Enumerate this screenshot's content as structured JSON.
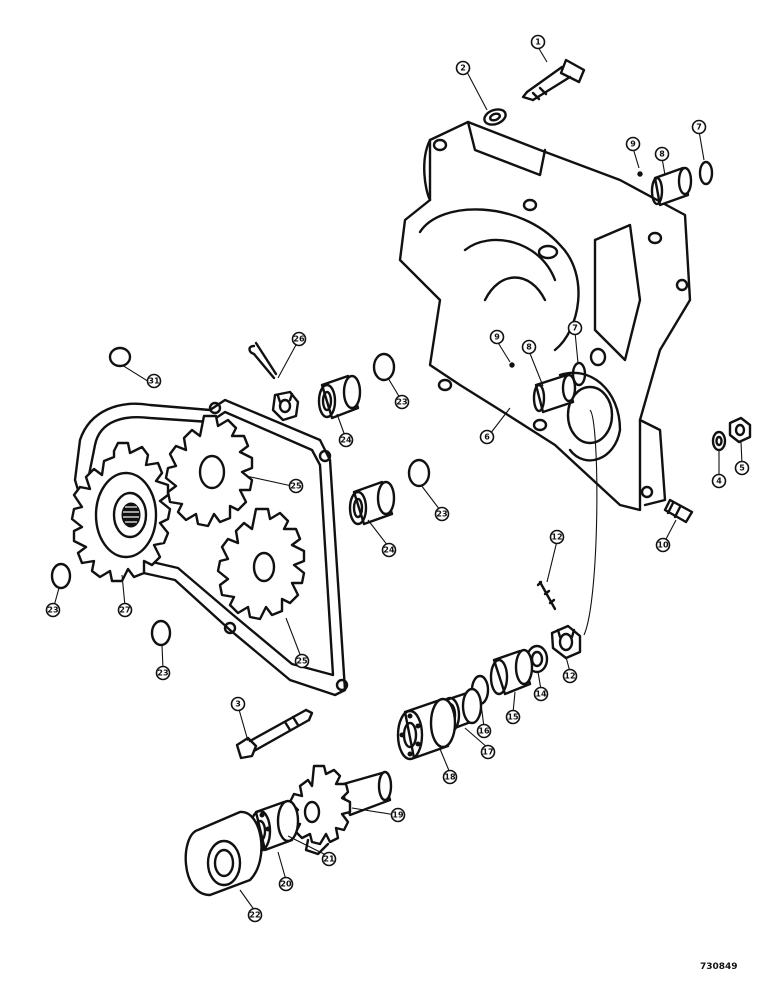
{
  "figure": {
    "reference_number": "730849"
  },
  "callouts": [
    {
      "id": "c1",
      "label": "1"
    },
    {
      "id": "c2",
      "label": "2"
    },
    {
      "id": "c3",
      "label": "3"
    },
    {
      "id": "c4",
      "label": "4"
    },
    {
      "id": "c5",
      "label": "5"
    },
    {
      "id": "c6",
      "label": "6"
    },
    {
      "id": "c7a",
      "label": "7"
    },
    {
      "id": "c7b",
      "label": "7"
    },
    {
      "id": "c8a",
      "label": "8"
    },
    {
      "id": "c8b",
      "label": "8"
    },
    {
      "id": "c9a",
      "label": "9"
    },
    {
      "id": "c9b",
      "label": "9"
    },
    {
      "id": "c10",
      "label": "10"
    },
    {
      "id": "c12a",
      "label": "12"
    },
    {
      "id": "c12b",
      "label": "12"
    },
    {
      "id": "c14",
      "label": "14"
    },
    {
      "id": "c15",
      "label": "15"
    },
    {
      "id": "c16",
      "label": "16"
    },
    {
      "id": "c17",
      "label": "17"
    },
    {
      "id": "c18",
      "label": "18"
    },
    {
      "id": "c19",
      "label": "19"
    },
    {
      "id": "c20",
      "label": "20"
    },
    {
      "id": "c21",
      "label": "21"
    },
    {
      "id": "c22",
      "label": "22"
    },
    {
      "id": "c23a",
      "label": "23"
    },
    {
      "id": "c23b",
      "label": "23"
    },
    {
      "id": "c23c",
      "label": "23"
    },
    {
      "id": "c23d",
      "label": "23"
    },
    {
      "id": "c24a",
      "label": "24"
    },
    {
      "id": "c24b",
      "label": "24"
    },
    {
      "id": "c25a",
      "label": "25"
    },
    {
      "id": "c25b",
      "label": "25"
    },
    {
      "id": "c26",
      "label": "26"
    },
    {
      "id": "c27",
      "label": "27"
    },
    {
      "id": "c31",
      "label": "31"
    }
  ]
}
